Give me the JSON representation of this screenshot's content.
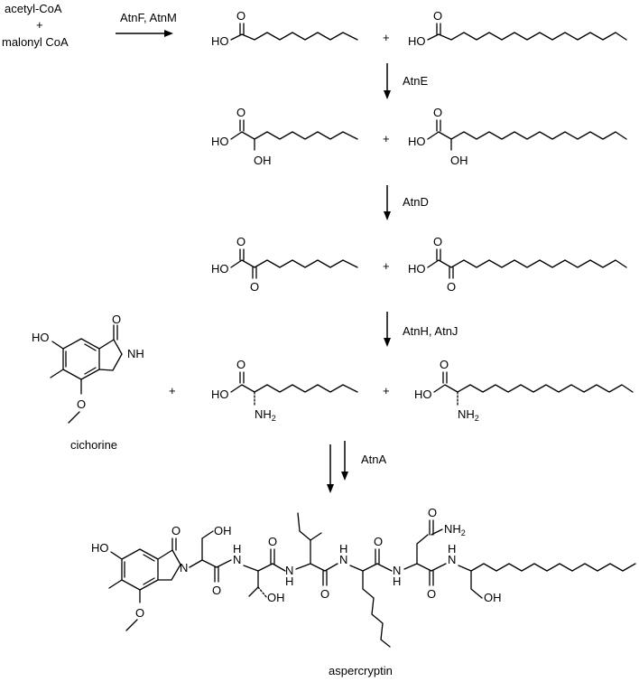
{
  "starting_materials": {
    "line1": "acetyl-CoA",
    "plus": "+",
    "line2": "malonyl CoA"
  },
  "steps": [
    {
      "enzymes": "AtnF, AtnM"
    },
    {
      "enzymes": "AtnE"
    },
    {
      "enzymes": "AtnD"
    },
    {
      "enzymes": "AtnH, AtnJ"
    },
    {
      "enzymes": "AtnA"
    }
  ],
  "atom_labels": {
    "HO": "HO",
    "OH": "OH",
    "O": "O",
    "NH": "NH",
    "NH2": "NH",
    "sub2": "2",
    "N": "N",
    "H": "H"
  },
  "plus_sign": "+",
  "compounds": {
    "cichorine": "cichorine",
    "aspercryptin": "aspercryptin"
  }
}
